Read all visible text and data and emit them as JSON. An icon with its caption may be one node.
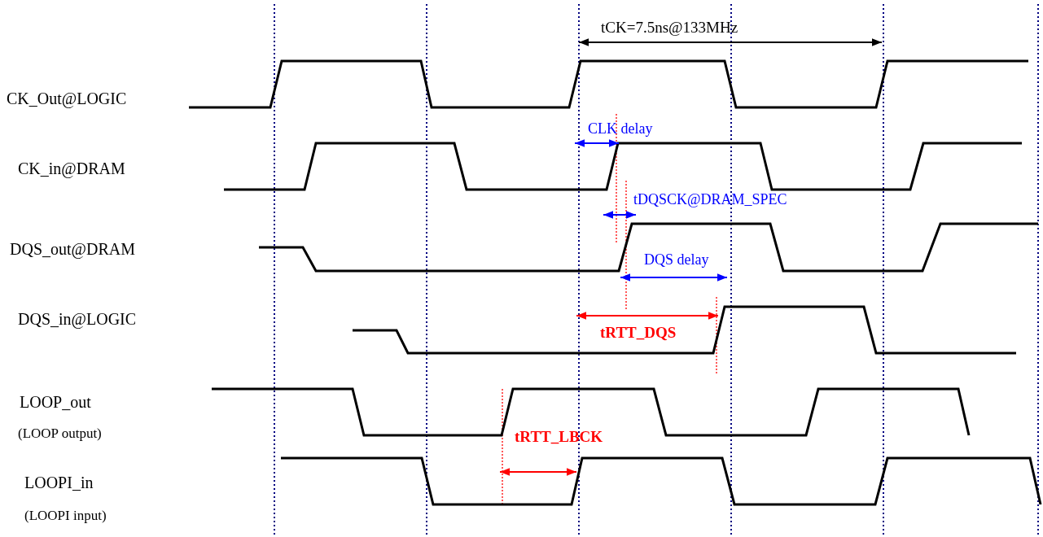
{
  "diagram": {
    "labels": [
      "tCK=7.5ns@133MHz",
      "CK_Out@LOGIC",
      "CLK delay",
      "CK_in@DRAM",
      "tDQSCK@DRAM_SPEC",
      "DQS_out@DRAM",
      "DQS delay",
      "DQS_in@LOGIC",
      "tRTT_DQS",
      "LOOP_out",
      "(LOOP output)",
      "tRTT_LBCK",
      "LOOPI_in",
      "(LOOPI input)"
    ]
  }
}
